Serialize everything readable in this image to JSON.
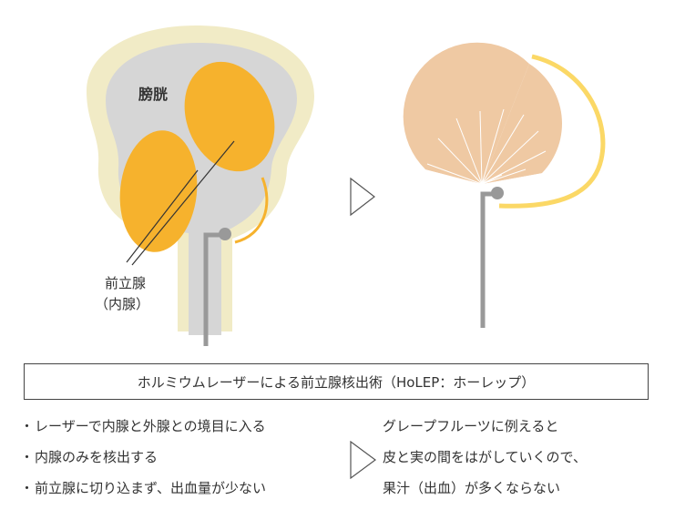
{
  "labels": {
    "bladder": "膀胱",
    "prostate_line1": "前立腺",
    "prostate_line2": "（内腺）"
  },
  "title": "ホルミウムレーザーによる前立腺核出術（HoLEP：ホーレップ）",
  "bullets": [
    "レーザーで内腺と外腺との境目に入る",
    "内腺のみを核出する",
    "前立腺に切り込まず、出血量が少ない"
  ],
  "bullet_marker": "・",
  "analogy": [
    "グレープフルーツに例えると",
    "皮と実の間をはがしていくので、",
    "果汁（出血）が多くならない"
  ],
  "icons": {
    "arrows": "right-triangle-arrow-icon",
    "instrument": "laser-scope-icon",
    "fruit": "grapefruit-icon"
  },
  "colors": {
    "capsule": "#f1ebc6",
    "bladder": "#d6d6d6",
    "prostate": "#f6b22d",
    "instrument": "#999999",
    "fruit_flesh": "#efc9a3",
    "fruit_peel": "#fbd866",
    "arrow_stroke": "#555555"
  }
}
